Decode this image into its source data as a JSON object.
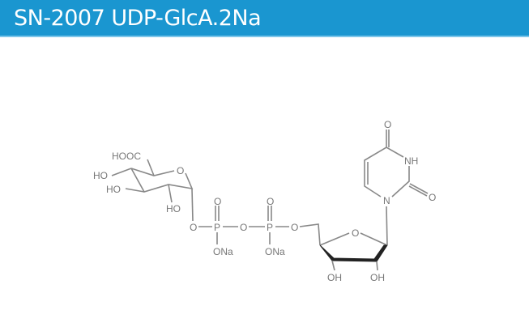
{
  "header": {
    "title": "SN-2007 UDP-GlcA.2Na"
  },
  "structure": {
    "atoms": {
      "hooc": "HOOC",
      "ho1": "HO",
      "ho2": "HO",
      "ho3": "HO",
      "o_ring1": "O",
      "o_link1": "O",
      "p1": "P",
      "p1_o": "O",
      "p1_ona": "ONa",
      "o_bridge": "O",
      "p2": "P",
      "p2_o": "O",
      "p2_ona": "ONa",
      "o_link2": "O",
      "o_ring2": "O",
      "oh1": "OH",
      "oh2": "OH",
      "n1": "N",
      "nh": "NH",
      "o_c2": "O",
      "o_c4": "O"
    }
  }
}
